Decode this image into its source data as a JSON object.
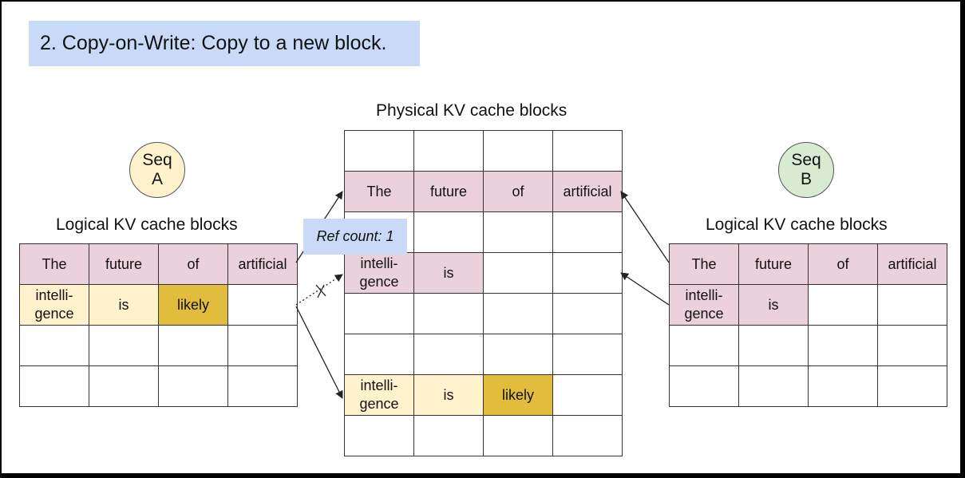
{
  "title": "2. Copy-on-Write: Copy to a new block.",
  "physical": {
    "heading": "Physical KV cache blocks",
    "rows": [
      [
        {
          "t": ""
        },
        {
          "t": ""
        },
        {
          "t": ""
        },
        {
          "t": ""
        }
      ],
      [
        {
          "t": "The",
          "c": "pink"
        },
        {
          "t": "future",
          "c": "pink"
        },
        {
          "t": "of",
          "c": "pink"
        },
        {
          "t": "artificial",
          "c": "pink"
        }
      ],
      [
        {
          "t": ""
        },
        {
          "t": ""
        },
        {
          "t": ""
        },
        {
          "t": ""
        }
      ],
      [
        {
          "t": "intelli-\ngence",
          "c": "pink"
        },
        {
          "t": "is",
          "c": "pink"
        },
        {
          "t": ""
        },
        {
          "t": ""
        }
      ],
      [
        {
          "t": ""
        },
        {
          "t": ""
        },
        {
          "t": ""
        },
        {
          "t": ""
        }
      ],
      [
        {
          "t": ""
        },
        {
          "t": ""
        },
        {
          "t": ""
        },
        {
          "t": ""
        }
      ],
      [
        {
          "t": "intelli-\ngence",
          "c": "pale"
        },
        {
          "t": "is",
          "c": "pale"
        },
        {
          "t": "likely",
          "c": "gold"
        },
        {
          "t": ""
        }
      ],
      [
        {
          "t": ""
        },
        {
          "t": ""
        },
        {
          "t": ""
        },
        {
          "t": ""
        }
      ]
    ]
  },
  "seq_a": {
    "label": "Seq\nA",
    "circle_color": "#fff2cc",
    "heading": "Logical KV cache blocks",
    "rows": [
      [
        {
          "t": "The",
          "c": "pink"
        },
        {
          "t": "future",
          "c": "pink"
        },
        {
          "t": "of",
          "c": "pink"
        },
        {
          "t": "artificial",
          "c": "pink"
        }
      ],
      [
        {
          "t": "intelli-\ngence",
          "c": "pale"
        },
        {
          "t": "is",
          "c": "pale"
        },
        {
          "t": "likely",
          "c": "gold"
        },
        {
          "t": ""
        }
      ],
      [
        {
          "t": ""
        },
        {
          "t": ""
        },
        {
          "t": ""
        },
        {
          "t": ""
        }
      ],
      [
        {
          "t": ""
        },
        {
          "t": ""
        },
        {
          "t": ""
        },
        {
          "t": ""
        }
      ]
    ]
  },
  "seq_b": {
    "label": "Seq\nB",
    "circle_color": "#d9ead3",
    "heading": "Logical KV cache blocks",
    "rows": [
      [
        {
          "t": "The",
          "c": "pink"
        },
        {
          "t": "future",
          "c": "pink"
        },
        {
          "t": "of",
          "c": "pink"
        },
        {
          "t": "artificial",
          "c": "pink"
        }
      ],
      [
        {
          "t": "intelli-\ngence",
          "c": "pink"
        },
        {
          "t": "is",
          "c": "pink"
        },
        {
          "t": ""
        },
        {
          "t": ""
        }
      ],
      [
        {
          "t": ""
        },
        {
          "t": ""
        },
        {
          "t": ""
        },
        {
          "t": ""
        }
      ],
      [
        {
          "t": ""
        },
        {
          "t": ""
        },
        {
          "t": ""
        },
        {
          "t": ""
        }
      ]
    ]
  },
  "ref_count_label": "Ref count: 1",
  "colors": {
    "pink": "#ead1dc",
    "pale": "#fff2cc",
    "gold": "#e1bc3d",
    "title_bg": "#c9daf8"
  }
}
